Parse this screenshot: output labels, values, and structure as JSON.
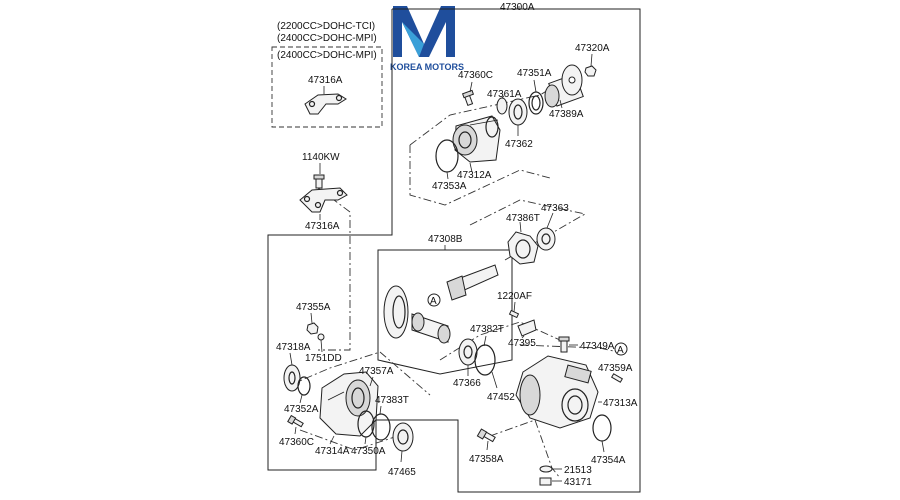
{
  "logo": {
    "text": "KOREA MOTORS",
    "primary_color": "#1f4e9c",
    "accent_color": "#3aa0d8"
  },
  "notes": {
    "engine_line1": "(2200CC>DOHC-TCI)",
    "engine_line2": "(2400CC>DOHC-MPI)",
    "engine_line3": "(2400CC>DOHC-MPI)"
  },
  "assembly": {
    "main": "47300A",
    "gear_set": "47308B"
  },
  "parts": {
    "p47316A_top": "47316A",
    "p1140KW": "1140KW",
    "p47316A_bottom": "47316A",
    "p47360C_top": "47360C",
    "p47361A": "47361A",
    "p47351A": "47351A",
    "p47320A": "47320A",
    "p47389A": "47389A",
    "p47362": "47362",
    "p47312A": "47312A",
    "p47353A": "47353A",
    "p47363": "47363",
    "p47386T": "47386T",
    "p1220AF": "1220AF",
    "p47382T": "47382T",
    "p47395": "47395",
    "p47349A": "47349A",
    "p47359A": "47359A",
    "p47366": "47366",
    "p47452": "47452",
    "p47313A": "47313A",
    "p47354A": "47354A",
    "p47358A": "47358A",
    "p21513": "21513",
    "p43171": "43171",
    "p47355A": "47355A",
    "p47318A": "47318A",
    "p1751DD": "1751DD",
    "p47357A": "47357A",
    "p47383T": "47383T",
    "p47352A": "47352A",
    "p47360C_bottom": "47360C",
    "p47314A": "47314A",
    "p47350A": "47350A",
    "p47465": "47465"
  },
  "markers": {
    "ref_a": "A"
  }
}
